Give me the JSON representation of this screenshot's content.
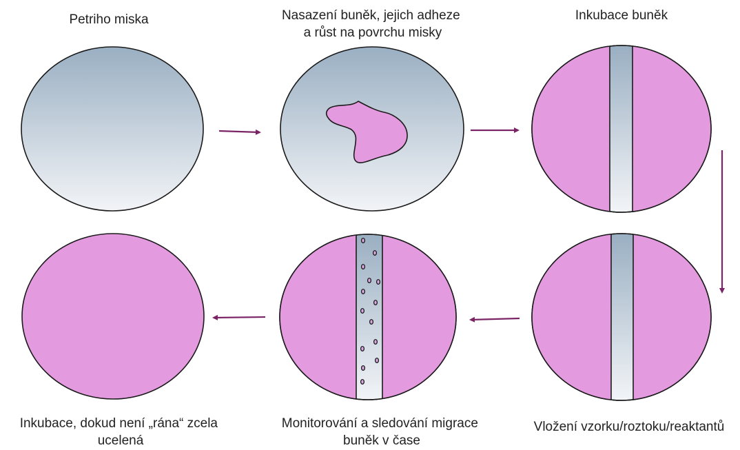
{
  "colors": {
    "gradient_top": "#9aafc2",
    "gradient_bottom": "#f2f4f7",
    "cell_fill": "#e49ade",
    "outline": "#1a1a1a",
    "arrow": "#7a2466",
    "particle_fill": "#d8a8e0"
  },
  "steps": [
    {
      "id": "petri",
      "label_lines": [
        "Petriho miska"
      ]
    },
    {
      "id": "seeding",
      "label_lines": [
        "Nasazení buněk, jejich adheze",
        "a růst na povrchu misky"
      ]
    },
    {
      "id": "incubation",
      "label_lines": [
        "Inkubace buněk"
      ]
    },
    {
      "id": "insert",
      "label_lines": [
        "Vložení vzorku/roztoku/reaktantů"
      ]
    },
    {
      "id": "monitoring",
      "label_lines": [
        "Monitorování a sledování migrace",
        "buněk v čase"
      ]
    },
    {
      "id": "closed",
      "label_lines": [
        "Inkubace, dokud není „rána“ zcela",
        "ucelená"
      ]
    }
  ]
}
